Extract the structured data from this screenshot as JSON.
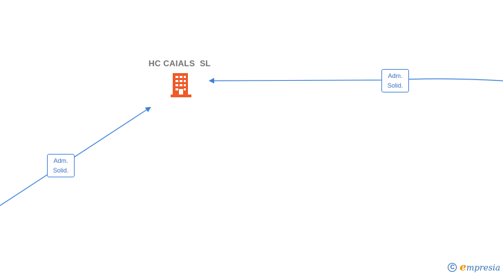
{
  "company": {
    "name": "HC CAIALS  SL",
    "icon": "building-icon",
    "icon_color": "#f05a28"
  },
  "edges": [
    {
      "id": "right",
      "label_line1": "Adm.",
      "label_line2": "Solid."
    },
    {
      "id": "left",
      "label_line1": "Adm.",
      "label_line2": "Solid."
    }
  ],
  "colors": {
    "edge": "#3c7fd8",
    "label_text": "#3a6fc4"
  },
  "watermark": {
    "symbol": "C",
    "brand_first": "e",
    "brand_rest": "mpresia"
  }
}
